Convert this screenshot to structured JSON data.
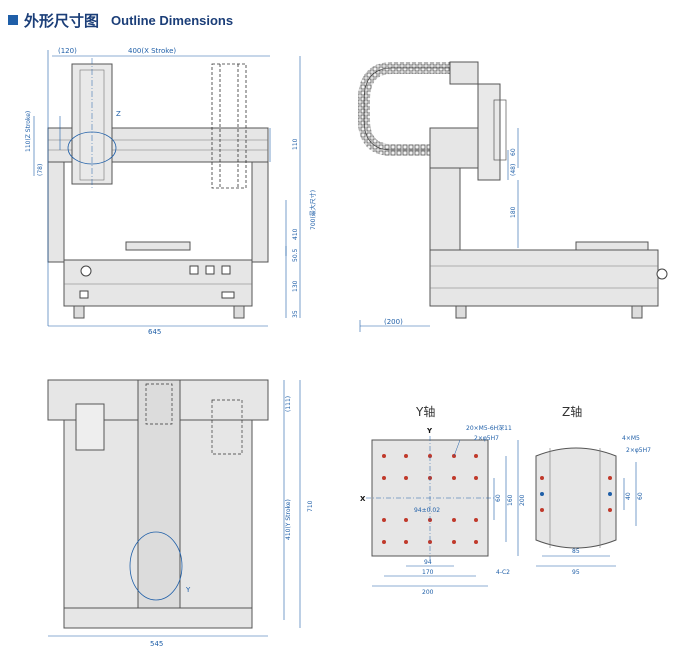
{
  "header": {
    "title_cn": "外形尺寸图",
    "title_en": "Outline Dimensions",
    "marker_icon": "square-bullet-icon"
  },
  "colors": {
    "accent": "#1f5fa8",
    "title": "#1b3e78",
    "body_fill": "#e6e6e6",
    "outline": "#555555",
    "hole_red": "#c0392b"
  },
  "front_view": {
    "dims": {
      "head_width": "(120)",
      "x_stroke": "400(X Stroke)",
      "z_stroke": "110(Z Stroke)",
      "z_offset": "(78)",
      "z_callout": "Z",
      "right_110": "110",
      "total_height": "700(最大尺寸)",
      "h_410": "410",
      "h_50_5": "50.5",
      "h_130": "130",
      "h_35": "35",
      "width_645": "645"
    }
  },
  "side_view": {
    "dims": {
      "h_60": "60",
      "h_48": "(48)",
      "h_180": "180",
      "offset_200": "(200)"
    }
  },
  "top_view": {
    "dims": {
      "d_111": "(111)",
      "y_stroke": "410(Y Stroke)",
      "d_710": "710",
      "width_545": "545",
      "y_callout": "Y"
    }
  },
  "y_axis_table": {
    "title": "Y轴",
    "axis_y": "Y",
    "axis_x": "X",
    "hole_spec": "20×M5-6H深11",
    "pin_spec": "2×φ5H7",
    "d_94_tol": "94±0.02",
    "d_60": "60",
    "d_160": "160",
    "d_200_v": "200",
    "d_94": "94",
    "d_170": "170",
    "d_200_h": "200",
    "chamfer": "4-C2"
  },
  "z_axis_plate": {
    "title": "Z轴",
    "hole_spec": "4×M5",
    "pin_spec": "2×φ5H7",
    "d_40": "40",
    "d_60": "60",
    "d_85": "85",
    "d_95": "95"
  }
}
